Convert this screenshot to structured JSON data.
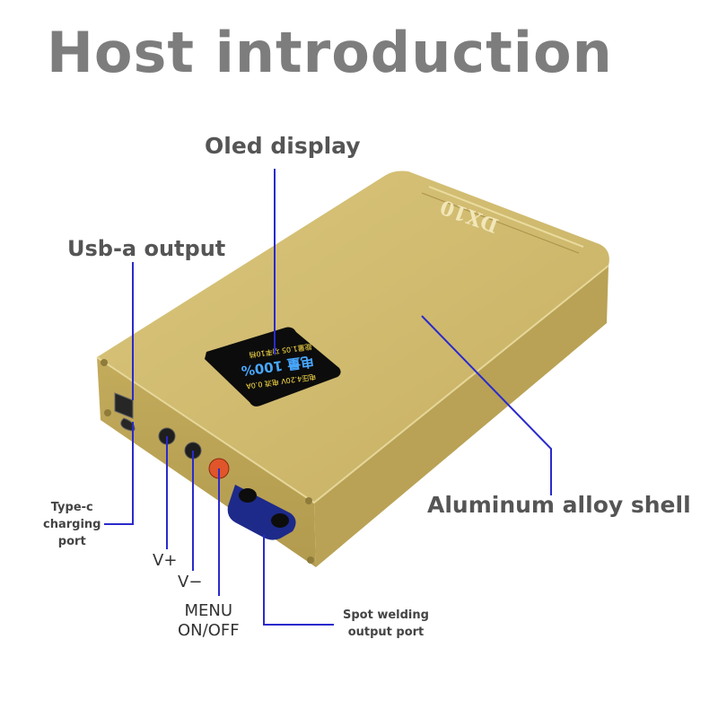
{
  "title": "Host introduction",
  "device": {
    "brand_logo": "DX10",
    "screen_lines": [
      "电量 100%",
      "电压4.20V 电流 0.0A",
      "能量1.05 功率10档"
    ]
  },
  "callouts": {
    "oled_display": "Oled display",
    "usb_a_output": "Usb-a output",
    "type_c_port": [
      "Type-c",
      "charging",
      "port"
    ],
    "aluminum_shell": "Aluminum alloy shell",
    "v_plus": "V+",
    "v_minus": "V−",
    "menu_onoff": [
      "MENU",
      "ON/OFF"
    ],
    "spot_welding_port": [
      "Spot welding",
      "output port"
    ]
  },
  "colors": {
    "body": "#c9b46a",
    "face": "#bfa85a",
    "leader_line": "#2a2acc",
    "title": "#7d7d7d",
    "menu_button": "#e0552a"
  }
}
